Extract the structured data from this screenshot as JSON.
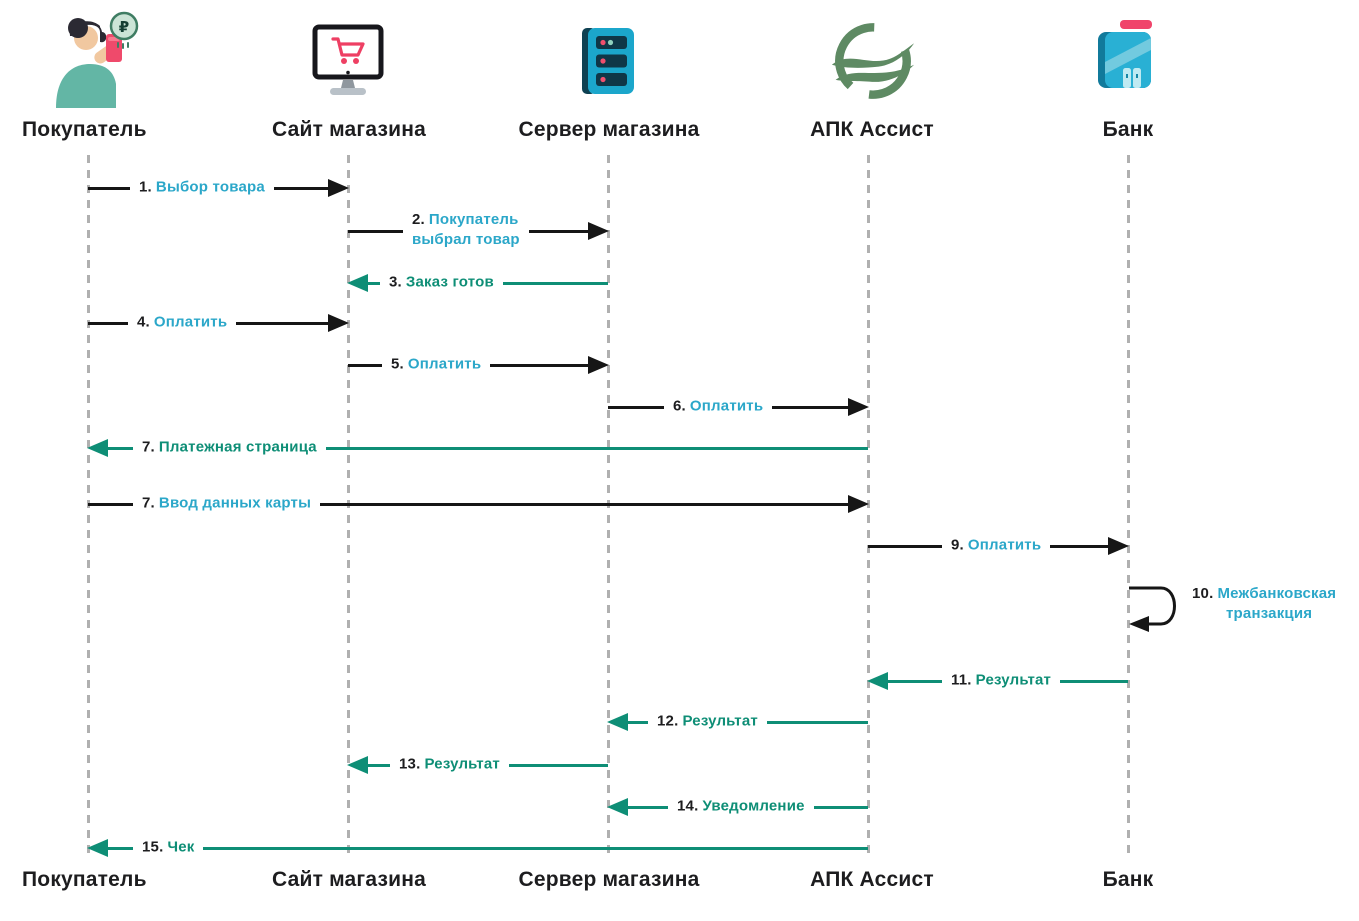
{
  "palette": {
    "black_arrow": "#161616",
    "teal_arrow": "#0E8E76",
    "cyan_label": "#2BA7C9",
    "text_dark": "#1d1d1f",
    "lifeline_gray": "#b0b0b0",
    "pink_accent": "#EF466B",
    "icon_teal": "#1BA6CB",
    "assist_green": "#5E8A63"
  },
  "actors": [
    {
      "label": "Покупатель",
      "icon": "person-with-phone-icon"
    },
    {
      "label": "Сайт магазина",
      "icon": "monitor-shopping-cart-icon"
    },
    {
      "label": "Сервер магазина",
      "icon": "server-rack-icon"
    },
    {
      "label": "АПК Ассист",
      "icon": "assist-globe-logo-icon"
    },
    {
      "label": "Банк",
      "icon": "bank-card-icon"
    }
  ],
  "icons": {
    "ruble": "₽"
  },
  "messages": [
    {
      "num": "1.",
      "text": "Выбор товара",
      "from": "Покупатель",
      "to": "Сайт магазина",
      "arrow": "black-right"
    },
    {
      "num": "2.",
      "text": "Покупатель",
      "text2": "выбрал товар",
      "from": "Сайт магазина",
      "to": "Сервер магазина",
      "arrow": "black-right"
    },
    {
      "num": "3.",
      "text": "Заказ готов",
      "from": "Сервер магазина",
      "to": "Сайт магазина",
      "arrow": "teal-left"
    },
    {
      "num": "4.",
      "text": "Оплатить",
      "from": "Покупатель",
      "to": "Сайт магазина",
      "arrow": "black-right"
    },
    {
      "num": "5.",
      "text": "Оплатить",
      "from": "Сайт магазина",
      "to": "Сервер магазина",
      "arrow": "black-right"
    },
    {
      "num": "6.",
      "text": "Оплатить",
      "from": "Сервер магазина",
      "to": "АПК Ассист",
      "arrow": "black-right"
    },
    {
      "num": "7.",
      "text": "Платежная страница",
      "from": "АПК Ассист",
      "to": "Покупатель",
      "arrow": "teal-left"
    },
    {
      "num": "7.",
      "text": "Ввод данных карты",
      "from": "Покупатель",
      "to": "АПК Ассист",
      "arrow": "black-right"
    },
    {
      "num": "9.",
      "text": "Оплатить",
      "from": "АПК Ассист",
      "to": "Банк",
      "arrow": "black-right"
    },
    {
      "num": "10.",
      "text": "Межбанковская",
      "text2": "транзакция",
      "from": "Банк",
      "to": "Банк",
      "arrow": "black-self-loop"
    },
    {
      "num": "11.",
      "text": "Результат",
      "from": "Банк",
      "to": "АПК Ассист",
      "arrow": "teal-left"
    },
    {
      "num": "12.",
      "text": "Результат",
      "from": "АПК Ассист",
      "to": "Сервер магазина",
      "arrow": "teal-left"
    },
    {
      "num": "13.",
      "text": "Результат",
      "from": "Сервер магазина",
      "to": "Сайт магазина",
      "arrow": "teal-left"
    },
    {
      "num": "14.",
      "text": "Уведомление",
      "from": "АПК Ассист",
      "to": "Сервер магазина",
      "arrow": "teal-left"
    },
    {
      "num": "15.",
      "text": "Чек",
      "from": "АПК Ассист",
      "to": "Покупатель",
      "arrow": "teal-left"
    }
  ]
}
